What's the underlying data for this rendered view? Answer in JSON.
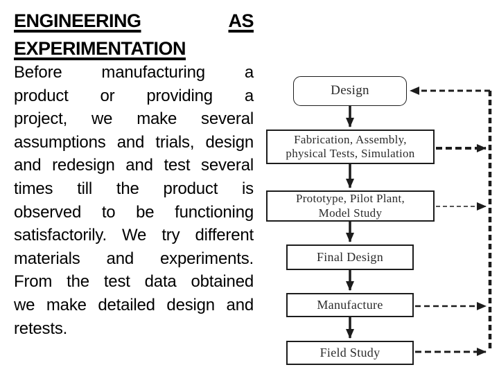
{
  "slide": {
    "title": {
      "line1_left": "ENGINEERING",
      "line1_right": "AS",
      "line2": "EXPERIMENTATION"
    },
    "body_lines": [
      "Before manufacturing a",
      "product or providing a",
      "project, we make several",
      "assumptions and trials, design",
      "and redesign and test several",
      "times till the product is",
      "observed to be functioning",
      "satisfactorily. We try different",
      "materials and experiments.",
      "From the test data obtained",
      "we make detailed design and",
      "retests."
    ],
    "flowchart": {
      "boxes": {
        "design": "Design",
        "fabrication": "Fabrication, Assembly,\nphysical Tests, Simulation",
        "prototype": "Prototype, Pilot Plant,\nModel Study",
        "final_design": "Final Design",
        "manufacture": "Manufacture",
        "field_study": "Field Study"
      }
    },
    "colors": {
      "background": "#ffffff",
      "text": "#000000",
      "diagram_line": "#1c1c1c",
      "diagram_text": "#2b2b2b"
    }
  }
}
